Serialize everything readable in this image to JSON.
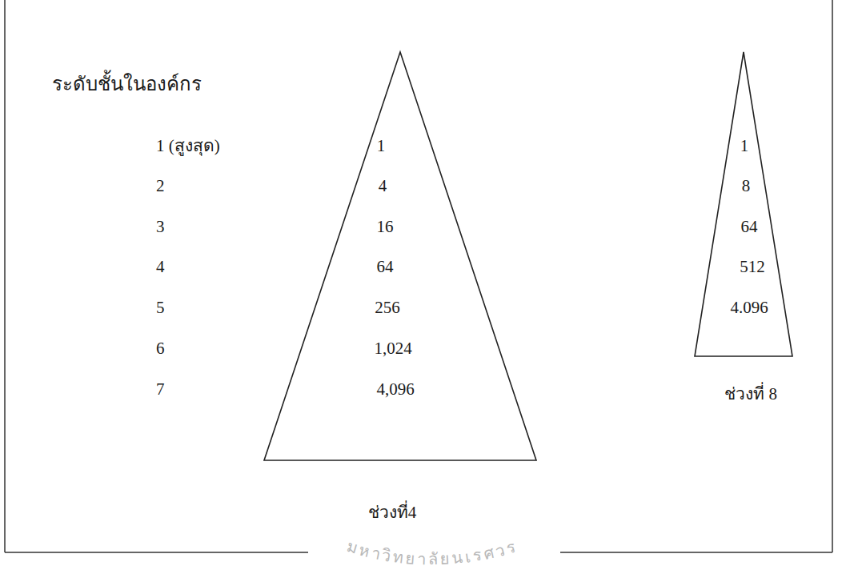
{
  "diagram": {
    "nodes": [
      {
        "text": [
          "1",
          "4",
          "16",
          "64",
          "256",
          "1,024",
          "4,096"
        ]
      },
      {
        "text": [
          "1",
          "8",
          "64",
          "512",
          "4.096"
        ]
      }
    ],
    "labels": [
      "ระดับชั้นในองค์กร",
      "1 (สูงสุด)",
      "2",
      "3",
      "4",
      "5",
      "6",
      "7",
      "ช่วงที่4",
      "ช่วงที่ 8",
      "มหาวิทยาลัยนเรศวร"
    ]
  }
}
